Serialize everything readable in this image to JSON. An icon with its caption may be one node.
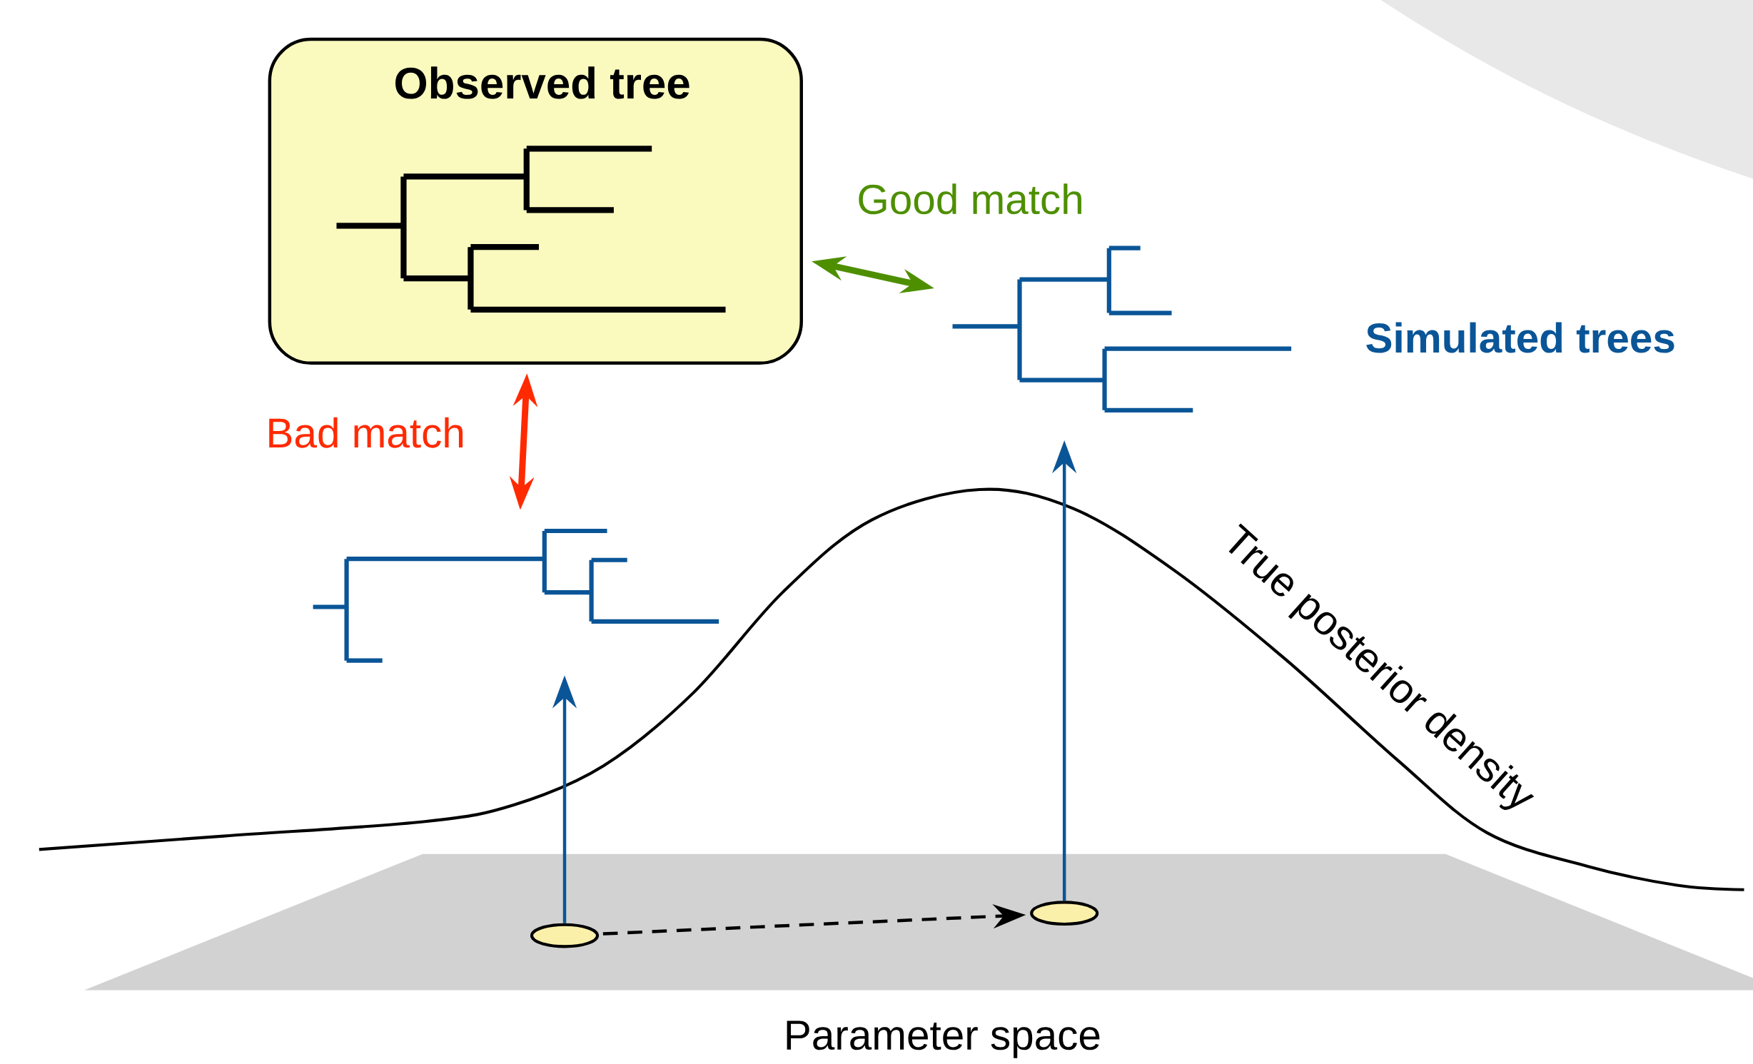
{
  "diagram": {
    "nodes": [
      {
        "text": [
          "Observed tree"
        ]
      },
      {
        "text": [],
        "shape": "picture"
      },
      {
        "text": [],
        "shape": "picture"
      },
      {
        "text": [],
        "shape": "ellipse"
      },
      {
        "text": [],
        "shape": "ellipse"
      }
    ],
    "edges": [
      {
        "from": 0,
        "to": 1,
        "arrow": "both",
        "label": "Good match",
        "style": "thick",
        "color": "#4e8f00"
      },
      {
        "from": 0,
        "to": 2,
        "arrow": "both",
        "label": "Bad match",
        "style": "thick",
        "color": "#ff2a00"
      },
      {
        "from": 3,
        "to": 2,
        "arrow": "to",
        "color": "#0a5597"
      },
      {
        "from": 4,
        "to": 1,
        "arrow": "to",
        "color": "#0a5597"
      },
      {
        "from": 3,
        "to": 4,
        "arrow": "to",
        "style": "dashed",
        "color": "#000000"
      }
    ],
    "labels": [
      "Simulated trees",
      "True posterior density",
      "Parameter space"
    ]
  }
}
